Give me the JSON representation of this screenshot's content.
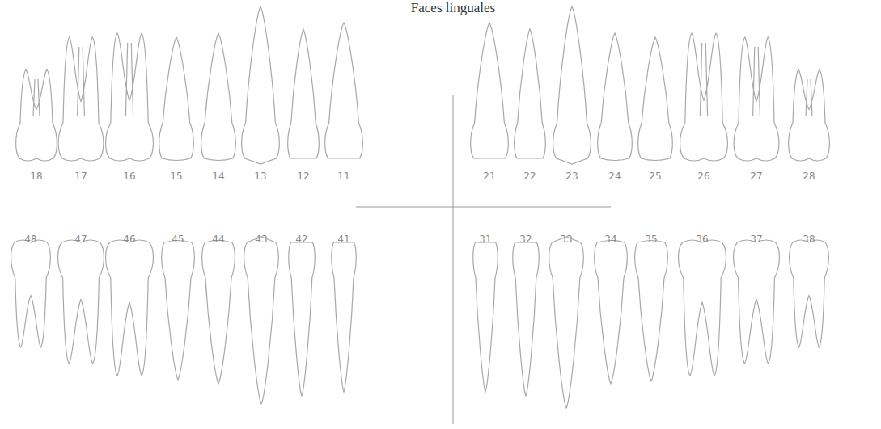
{
  "diagram": {
    "title": "Faces linguales",
    "labels": [
      "18",
      "17",
      "16",
      "15",
      "14",
      "13",
      "12",
      "11",
      "21",
      "22",
      "23",
      "24",
      "25",
      "26",
      "27",
      "28",
      "48",
      "47",
      "46",
      "45",
      "44",
      "43",
      "42",
      "41",
      "31",
      "32",
      "33",
      "34",
      "35",
      "36",
      "37",
      "38"
    ]
  }
}
